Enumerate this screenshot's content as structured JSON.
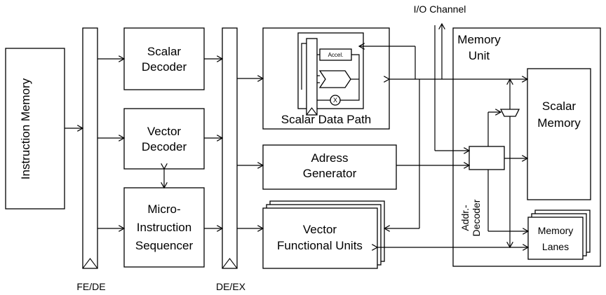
{
  "instruction_memory": {
    "label": "Instruction Memory"
  },
  "scalar_decoder": {
    "line1": "Scalar",
    "line2": "Decoder"
  },
  "vector_decoder": {
    "line1": "Vector",
    "line2": "Decoder"
  },
  "micro_seq": {
    "line1": "Micro-",
    "line2": "Instruction",
    "line3": "Sequencer"
  },
  "scalar_data_path": {
    "label": "Scalar Data Path",
    "accel": "Accel.",
    "mult": "X"
  },
  "address_generator": {
    "line1": "Adress",
    "line2": "Generator"
  },
  "vector_fu": {
    "line1": "Vector",
    "line2": "Functional Units"
  },
  "io_channel": {
    "label": "I/O Channel"
  },
  "memory_unit": {
    "line1": "Memory",
    "line2": "Unit"
  },
  "scalar_memory": {
    "line1": "Scalar",
    "line2": "Memory"
  },
  "addr_decoder": {
    "line1": "Addr.-",
    "line2": "Decoder"
  },
  "memory_lanes": {
    "line1": "Memory",
    "line2": "Lanes"
  },
  "registers": {
    "fe_de": "FE/DE",
    "de_ex": "DE/EX"
  }
}
